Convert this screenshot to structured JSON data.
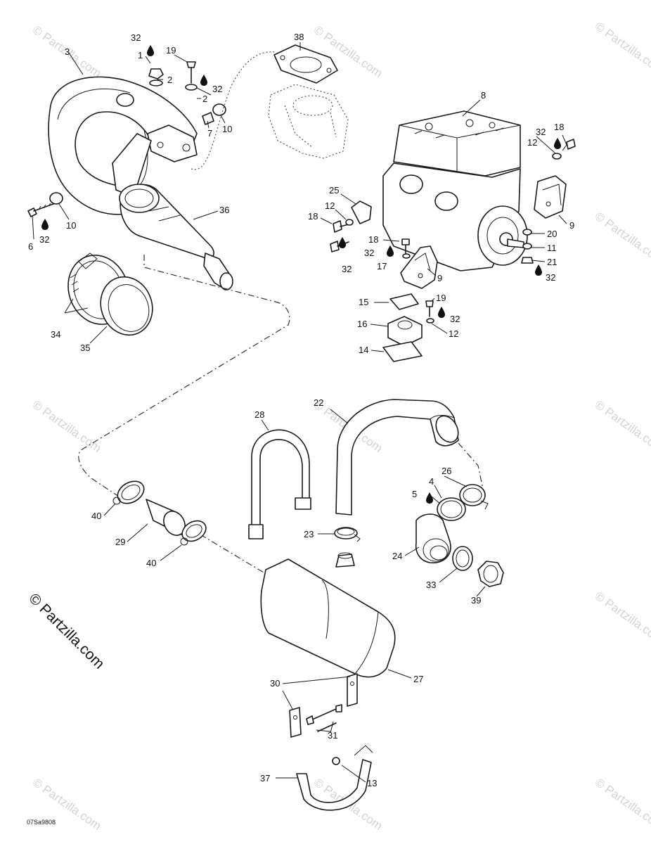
{
  "copyright": "© Partzilla.com",
  "image_code": "07Sa9808",
  "watermark": "© Partzilla.com",
  "callouts": {
    "c1": "1",
    "c2a": "2",
    "c2b": "2",
    "c3": "3",
    "c4": "4",
    "c5": "5",
    "c6": "6",
    "c7": "7",
    "c8": "8",
    "c9a": "9",
    "c9b": "9",
    "c10a": "10",
    "c10b": "10",
    "c11": "11",
    "c12a": "12",
    "c12b": "12",
    "c12c": "12",
    "c13": "13",
    "c14": "14",
    "c15": "15",
    "c16": "16",
    "c17": "17",
    "c18a": "18",
    "c18b": "18",
    "c18c": "18",
    "c19a": "19",
    "c19b": "19",
    "c20": "20",
    "c21": "21",
    "c22": "22",
    "c23": "23",
    "c24": "24",
    "c25": "25",
    "c26": "26",
    "c27": "27",
    "c28": "28",
    "c29": "29",
    "c30": "30",
    "c31": "31",
    "c32a": "32",
    "c32b": "32",
    "c32c": "32",
    "c32d": "32",
    "c32e": "32",
    "c32f": "32",
    "c32g": "32",
    "c32h": "32",
    "c33": "33",
    "c34": "34",
    "c35": "35",
    "c36": "36",
    "c37": "37",
    "c38": "38",
    "c39": "39",
    "c40a": "40",
    "c40b": "40"
  }
}
